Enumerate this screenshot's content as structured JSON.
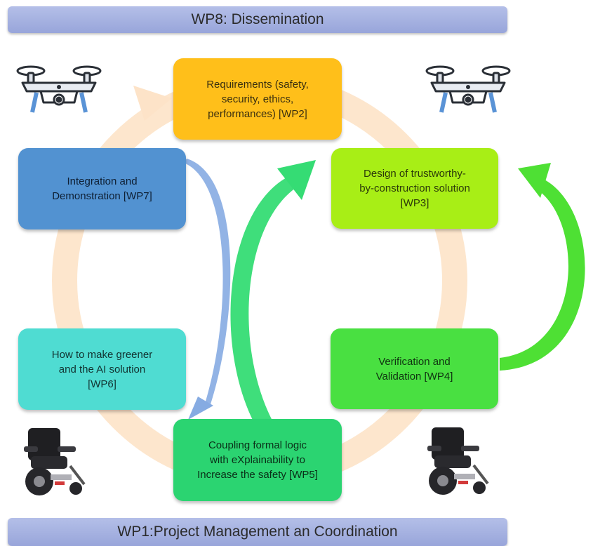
{
  "banners": {
    "top": "WP8: Dissemination",
    "bottom": "WP1:Project Management an Coordination"
  },
  "work_packages": {
    "wp2": "Requirements (safety,\nsecurity, ethics,\nperformances) [WP2]",
    "wp3": "Design of trustworthy-\nby-construction solution\n[WP3]",
    "wp4": "Verification and\nValidation [WP4]",
    "wp5": "Coupling formal logic\nwith eXplainability to\nIncrease the safety [WP5]",
    "wp6": "How to make greener\nand the AI solution\n[WP6]",
    "wp7": "Integration and\nDemonstration [WP7]"
  },
  "colors": {
    "banner": "#a4b0e0",
    "wp2": "#ffbf1a",
    "wp3": "#a8ee16",
    "wp4": "#49e041",
    "wp5": "#2bd471",
    "wp6": "#4fdcd2",
    "wp7": "#5292d1",
    "cycle_ring": "#fde3c8",
    "blue_arrow": "#7ea6df",
    "green_arrow": "#3ee87a",
    "lime_arrow": "#4ee034"
  },
  "icons": {
    "drone": "drone-icon",
    "wheelchair": "wheelchair-icon"
  }
}
